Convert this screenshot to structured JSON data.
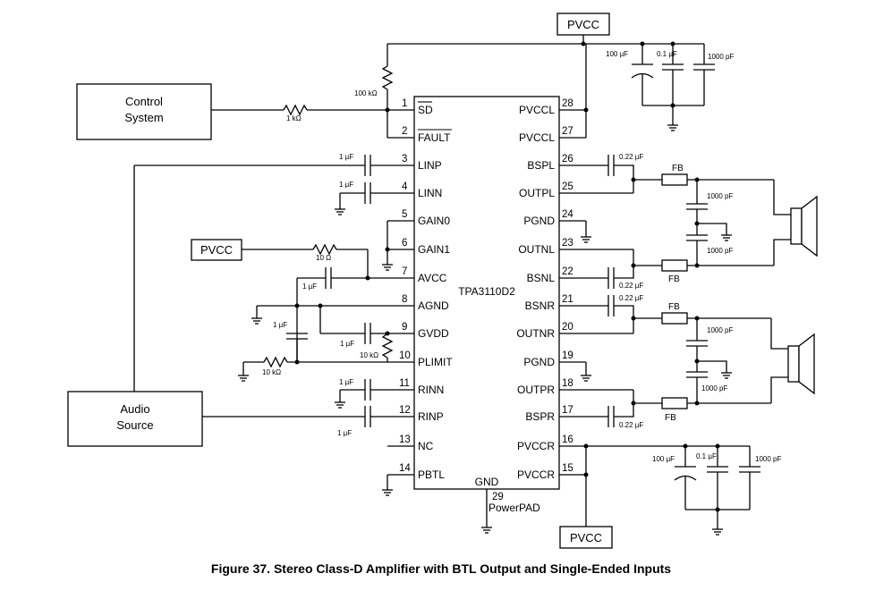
{
  "figure": {
    "caption": "Figure 37.  Stereo Class-D Amplifier with BTL Output and Single-Ended Inputs"
  },
  "chip": {
    "name": "TPA3110D2",
    "gnd_label": "GND",
    "gnd_pin": "29",
    "powerpad_label": "PowerPAD",
    "left_pins": [
      {
        "num": "1",
        "name": "SD"
      },
      {
        "num": "2",
        "name": "FAULT"
      },
      {
        "num": "3",
        "name": "LINP"
      },
      {
        "num": "4",
        "name": "LINN"
      },
      {
        "num": "5",
        "name": "GAIN0"
      },
      {
        "num": "6",
        "name": "GAIN1"
      },
      {
        "num": "7",
        "name": "AVCC"
      },
      {
        "num": "8",
        "name": "AGND"
      },
      {
        "num": "9",
        "name": "GVDD"
      },
      {
        "num": "10",
        "name": "PLIMIT"
      },
      {
        "num": "11",
        "name": "RINN"
      },
      {
        "num": "12",
        "name": "RINP"
      },
      {
        "num": "13",
        "name": "NC"
      },
      {
        "num": "14",
        "name": "PBTL"
      }
    ],
    "right_pins": [
      {
        "num": "28",
        "name": "PVCCL"
      },
      {
        "num": "27",
        "name": "PVCCL"
      },
      {
        "num": "26",
        "name": "BSPL"
      },
      {
        "num": "25",
        "name": "OUTPL"
      },
      {
        "num": "24",
        "name": "PGND"
      },
      {
        "num": "23",
        "name": "OUTNL"
      },
      {
        "num": "22",
        "name": "BSNL"
      },
      {
        "num": "21",
        "name": "BSNR"
      },
      {
        "num": "20",
        "name": "OUTNR"
      },
      {
        "num": "19",
        "name": "PGND"
      },
      {
        "num": "18",
        "name": "OUTPR"
      },
      {
        "num": "17",
        "name": "BSPR"
      },
      {
        "num": "16",
        "name": "PVCCR"
      },
      {
        "num": "15",
        "name": "PVCCR"
      }
    ]
  },
  "blocks": {
    "control_line1": "Control",
    "control_line2": "System",
    "audio_line1": "Audio",
    "audio_line2": "Source"
  },
  "supplies": {
    "pvcc_top": "PVCC",
    "pvcc_left": "PVCC",
    "pvcc_bottom": "PVCC"
  },
  "components": {
    "r_pullup": "100 kΩ",
    "r_series": "1 kΩ",
    "c_linp": "1 µF",
    "c_linn": "1 µF",
    "r_avcc": "10 Ω",
    "c_avcc": "1 µF",
    "c_agnd": "1 µF",
    "c_gvdd": "1 µF",
    "r_gvdd": "10 kΩ",
    "r_plimit": "10 kΩ",
    "c_rinn": "1 µF",
    "c_rinp": "1 µF",
    "c_top_bulk": "100 µF",
    "c_top_mid": "0.1 µF",
    "c_top_small": "1000 pF",
    "c_bspl": "0.22 µF",
    "c_bsnl": "0.22 µF",
    "c_bsnr": "0.22 µF",
    "c_bspr": "0.22 µF",
    "fb1": "FB",
    "fb2": "FB",
    "fb3": "FB",
    "fb4": "FB",
    "c_out1": "1000 pF",
    "c_out2": "1000 pF",
    "c_out3": "1000 pF",
    "c_out4": "1000 pF",
    "c_bot_bulk": "100 µF",
    "c_bot_mid": "0.1 µF",
    "c_bot_small": "1000 pF"
  }
}
